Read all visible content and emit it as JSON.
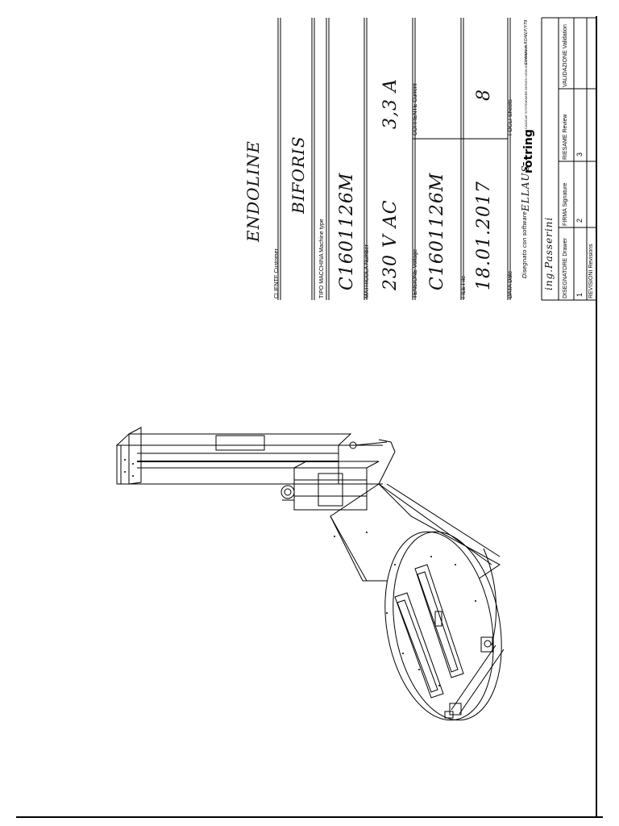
{
  "title_block": {
    "machine_name": "ENDOLINE",
    "customer_label": "CLIENTE  Customer",
    "customer_value": "BIFORIS",
    "machine_type_label": "TIPO MACCHINA  Machine type",
    "machine_type_value": "C1601126M",
    "number_label": "MATRICOLA  Number",
    "voltage_value": "230  V AC",
    "current_value": "3,3  A",
    "voltage_label": "TENSIONE  Voltage",
    "current_label": "CORRENTE  Current",
    "file_value": "C1601126M",
    "file_label": "FILE  File",
    "date_value": "18.01.2017",
    "sheets_value": "8",
    "date_label": "DATA  Date",
    "sheets_label": "FOGLI  Sheets",
    "software_label": "Disegnato con software",
    "software_name": "ELLAUS",
    "logo_text": "rōtring",
    "logo_tagline": "CAD/CAE SYSTEMWARE DESIGN NOW AND FOREVER",
    "license_text": "Licenza n.ROAN/F/Y79",
    "drawer_name": "ing.Passerini",
    "drawer_label": "DISEGNATORE  Drawer",
    "signature_label": "FIRMA  Signature",
    "review_label": "RIESAME  Review",
    "validation_label": "VALIDAZIONE  Validation",
    "rev_1": "1",
    "rev_2": "2",
    "rev_3": "3",
    "revisions_label": "REVISIONI  Revisions"
  }
}
